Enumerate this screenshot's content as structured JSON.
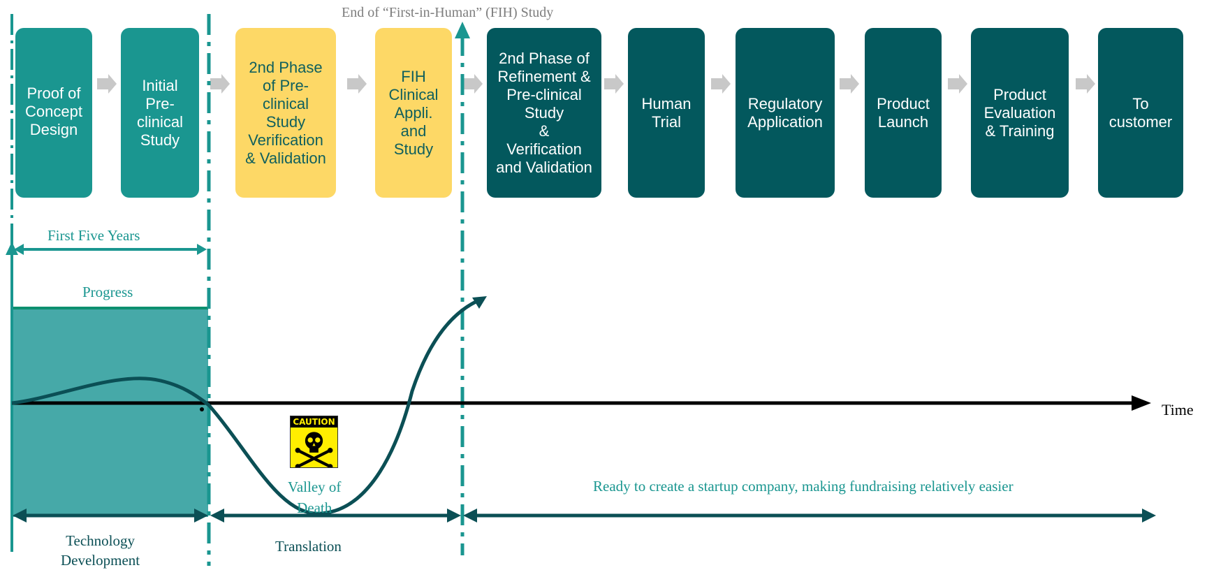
{
  "stages": [
    {
      "id": "poc",
      "lines": [
        "Proof of",
        "Concept",
        "Design"
      ],
      "color": "teal"
    },
    {
      "id": "initial",
      "lines": [
        "Initial",
        "Pre-",
        "clinical",
        "Study"
      ],
      "color": "teal"
    },
    {
      "id": "second-preclinical",
      "lines": [
        "2nd Phase",
        "of Pre-",
        "clinical",
        "Study",
        "Verification",
        "& Validation"
      ],
      "color": "yellow"
    },
    {
      "id": "fih-clinical",
      "lines": [
        "FIH",
        "Clinical",
        "Appli.",
        "and",
        "Study"
      ],
      "color": "yellow"
    },
    {
      "id": "refinement",
      "lines": [
        "2nd Phase of",
        "Refinement &",
        "Pre-clinical",
        "Study",
        "&",
        "Verification",
        "and Validation"
      ],
      "color": "dark"
    },
    {
      "id": "human-trial",
      "lines": [
        "Human",
        "Trial"
      ],
      "color": "dark"
    },
    {
      "id": "regulatory",
      "lines": [
        "Regulatory",
        "Application"
      ],
      "color": "dark"
    },
    {
      "id": "launch",
      "lines": [
        "Product",
        "Launch"
      ],
      "color": "dark"
    },
    {
      "id": "evaluation",
      "lines": [
        "Product",
        "Evaluation",
        "& Training"
      ],
      "color": "dark"
    },
    {
      "id": "customer",
      "lines": [
        "To",
        "customer"
      ],
      "color": "dark"
    }
  ],
  "labels": {
    "fih_end": "End of “First-in-Human” (FIH) Study",
    "first_five_years": "First Five Years",
    "progress": "Progress",
    "time": "Time",
    "caution": "CAUTION",
    "valley_line1": "Valley of",
    "valley_line2": "Death",
    "ready": "Ready to create a startup company, making fundraising relatively easier",
    "tech_dev_line1": "Technology",
    "tech_dev_line2": "Development",
    "translation": "Translation"
  },
  "colors": {
    "teal": "#1a9690",
    "yellow": "#fdd866",
    "dark": "#03585d",
    "arrow_gray": "#c8c8c8",
    "progress_fill": "#46a9a8",
    "text_teal": "#1a9690",
    "text_dark": "#0b4f55",
    "caution_yellow": "#ffee00"
  }
}
